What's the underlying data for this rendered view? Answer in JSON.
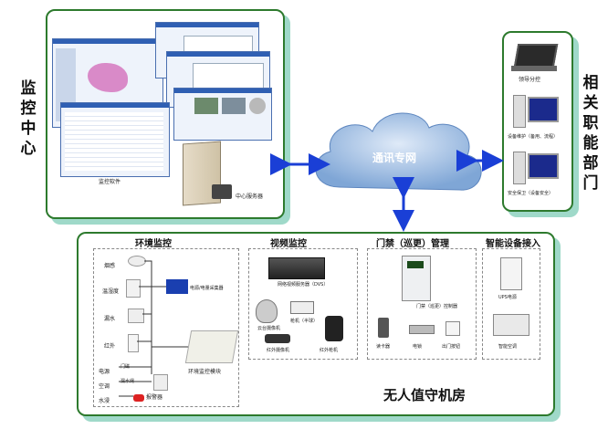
{
  "monitor_center": {
    "label": "监控中心",
    "software_label": "监控软件",
    "server_label": "中心服务器"
  },
  "departments": {
    "label": "相关职能部门",
    "items": [
      "领导分控",
      "设备维护（备用、流程）",
      "安全保卫（设备安全）"
    ]
  },
  "cloud_label": "通讯专网",
  "room": {
    "label": "无人值守机房",
    "env": {
      "title": "环境监控",
      "sensors": [
        "烟感",
        "温湿度",
        "漏水",
        "红外",
        "电源",
        "空调",
        "水浸"
      ],
      "extra_labels": [
        "电源/电量采集器",
        "环境监控模块",
        "门磁",
        "漏水绳",
        "报警器"
      ]
    },
    "video": {
      "title": "视频监控",
      "dvs_label": "网络视频服务器（DVS）",
      "cams": [
        "云台摄像机",
        "枪机（半球）",
        "红外摄像机",
        "红外枪机"
      ]
    },
    "access": {
      "title": "门禁（巡更）管理",
      "ctrl_label": "门禁（巡更）控制器",
      "devices": [
        "读卡器",
        "电锁",
        "出门按钮"
      ]
    },
    "smart": {
      "title": "智能设备接入",
      "devices": [
        "UPS电源",
        "智能空调"
      ]
    }
  },
  "colors": {
    "panel_border": "#2d7a2d",
    "shadow": "#9fd9c9",
    "arrow": "#1a3fd6",
    "cloud": "#8fb3df"
  }
}
